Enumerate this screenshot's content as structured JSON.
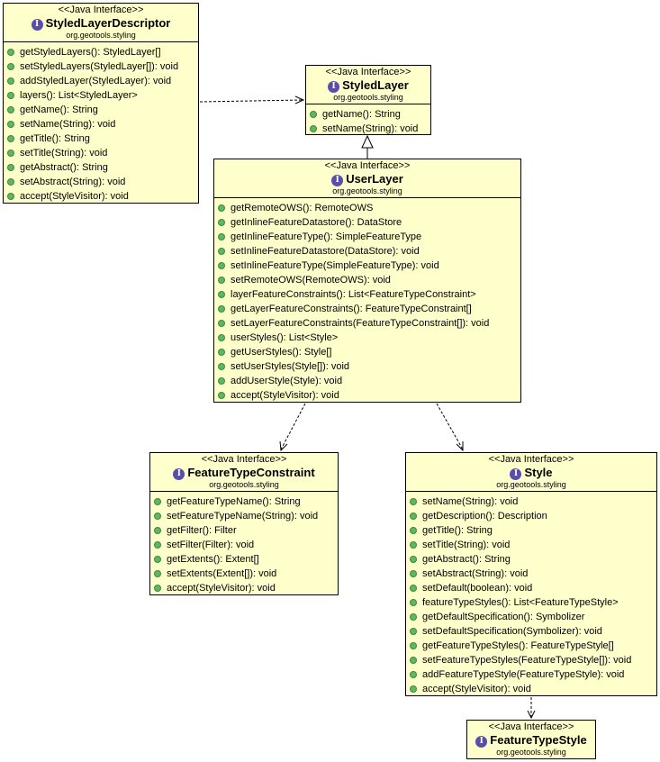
{
  "boxes": {
    "styled_layer_descriptor": {
      "stereotype": "<<Java Interface>>",
      "name": "StyledLayerDescriptor",
      "package": "org.geotools.styling",
      "ops": [
        "getStyledLayers(): StyledLayer[]",
        "setStyledLayers(StyledLayer[]): void",
        "addStyledLayer(StyledLayer): void",
        "layers(): List<StyledLayer>",
        "getName(): String",
        "setName(String): void",
        "getTitle(): String",
        "setTitle(String): void",
        "getAbstract(): String",
        "setAbstract(String): void",
        "accept(StyleVisitor): void"
      ]
    },
    "styled_layer": {
      "stereotype": "<<Java Interface>>",
      "name": "StyledLayer",
      "package": "org.geotools.styling",
      "ops": [
        "getName(): String",
        "setName(String): void"
      ]
    },
    "user_layer": {
      "stereotype": "<<Java Interface>>",
      "name": "UserLayer",
      "package": "org.geotools.styling",
      "ops": [
        "getRemoteOWS(): RemoteOWS",
        "getInlineFeatureDatastore(): DataStore",
        "getInlineFeatureType(): SimpleFeatureType",
        "setInlineFeatureDatastore(DataStore): void",
        "setInlineFeatureType(SimpleFeatureType): void",
        "setRemoteOWS(RemoteOWS): void",
        "layerFeatureConstraints(): List<FeatureTypeConstraint>",
        "getLayerFeatureConstraints(): FeatureTypeConstraint[]",
        "setLayerFeatureConstraints(FeatureTypeConstraint[]): void",
        "userStyles(): List<Style>",
        "getUserStyles(): Style[]",
        "setUserStyles(Style[]): void",
        "addUserStyle(Style): void",
        "accept(StyleVisitor): void"
      ]
    },
    "feature_type_constraint": {
      "stereotype": "<<Java Interface>>",
      "name": "FeatureTypeConstraint",
      "package": "org.geotools.styling",
      "ops": [
        "getFeatureTypeName(): String",
        "setFeatureTypeName(String): void",
        "getFilter(): Filter",
        "setFilter(Filter): void",
        "getExtents(): Extent[]",
        "setExtents(Extent[]): void",
        "accept(StyleVisitor): void"
      ]
    },
    "style": {
      "stereotype": "<<Java Interface>>",
      "name": "Style",
      "package": "org.geotools.styling",
      "ops": [
        "setName(String): void",
        "getDescription(): Description",
        "getTitle(): String",
        "setTitle(String): void",
        "getAbstract(): String",
        "setAbstract(String): void",
        "setDefault(boolean): void",
        "featureTypeStyles(): List<FeatureTypeStyle>",
        "getDefaultSpecification(): Symbolizer",
        "setDefaultSpecification(Symbolizer): void",
        "getFeatureTypeStyles(): FeatureTypeStyle[]",
        "setFeatureTypeStyles(FeatureTypeStyle[]): void",
        "addFeatureTypeStyle(FeatureTypeStyle): void",
        "accept(StyleVisitor): void"
      ]
    },
    "feature_type_style": {
      "stereotype": "<<Java Interface>>",
      "name": "FeatureTypeStyle",
      "package": "org.geotools.styling",
      "ops": []
    }
  },
  "colors": {
    "box_fill": "#ffffcc",
    "interface_icon": "#5a4fa8",
    "operation_dot": "#5fb760"
  },
  "icons": {
    "interface": "interface-icon",
    "operation": "public-method-icon"
  },
  "icon_glyph": "I"
}
